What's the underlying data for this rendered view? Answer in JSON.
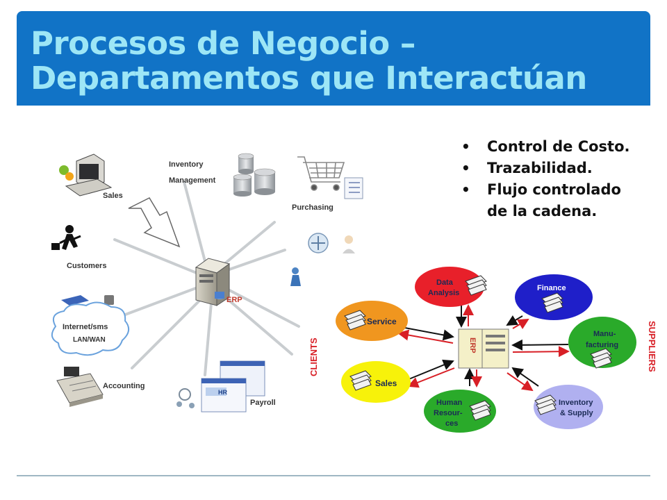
{
  "title": {
    "line1": "Procesos de Negocio –",
    "line2": "Departamentos que Interactúan"
  },
  "bullets": [
    "Control de Costo.",
    "Trazabilidad.",
    "Flujo controlado de la cadena."
  ],
  "left_diagram": {
    "center": "ERP",
    "nodes": {
      "sales": "Sales",
      "inventory_1": "Inventory",
      "inventory_2": "Management",
      "purchasing": "Purchasing",
      "customers": "Customers",
      "internet_1": "Internet/sms",
      "internet_2": "LAN/WAN",
      "accounting": "Accounting",
      "payroll": "Payroll",
      "hr": "HR"
    }
  },
  "right_diagram": {
    "center": "ERP",
    "side_left": "CLIENTS",
    "side_right": "SUPPLIERS",
    "nodes": {
      "data_1": "Data",
      "data_2": "Analysis",
      "finance": "Finance",
      "service": "Service",
      "manu_1": "Manu-",
      "manu_2": "facturing",
      "sales": "Sales",
      "hr_1": "Human",
      "hr_2": "Resour-",
      "hr_3": "ces",
      "inv_1": "Inventory",
      "inv_2": "& Supply"
    },
    "colors": {
      "red": "#e8202a",
      "blue": "#1f1fc9",
      "orange": "#f0961f",
      "green": "#2aaa2a",
      "yellow": "#f7f20a",
      "lavender": "#b0b0f0"
    }
  }
}
